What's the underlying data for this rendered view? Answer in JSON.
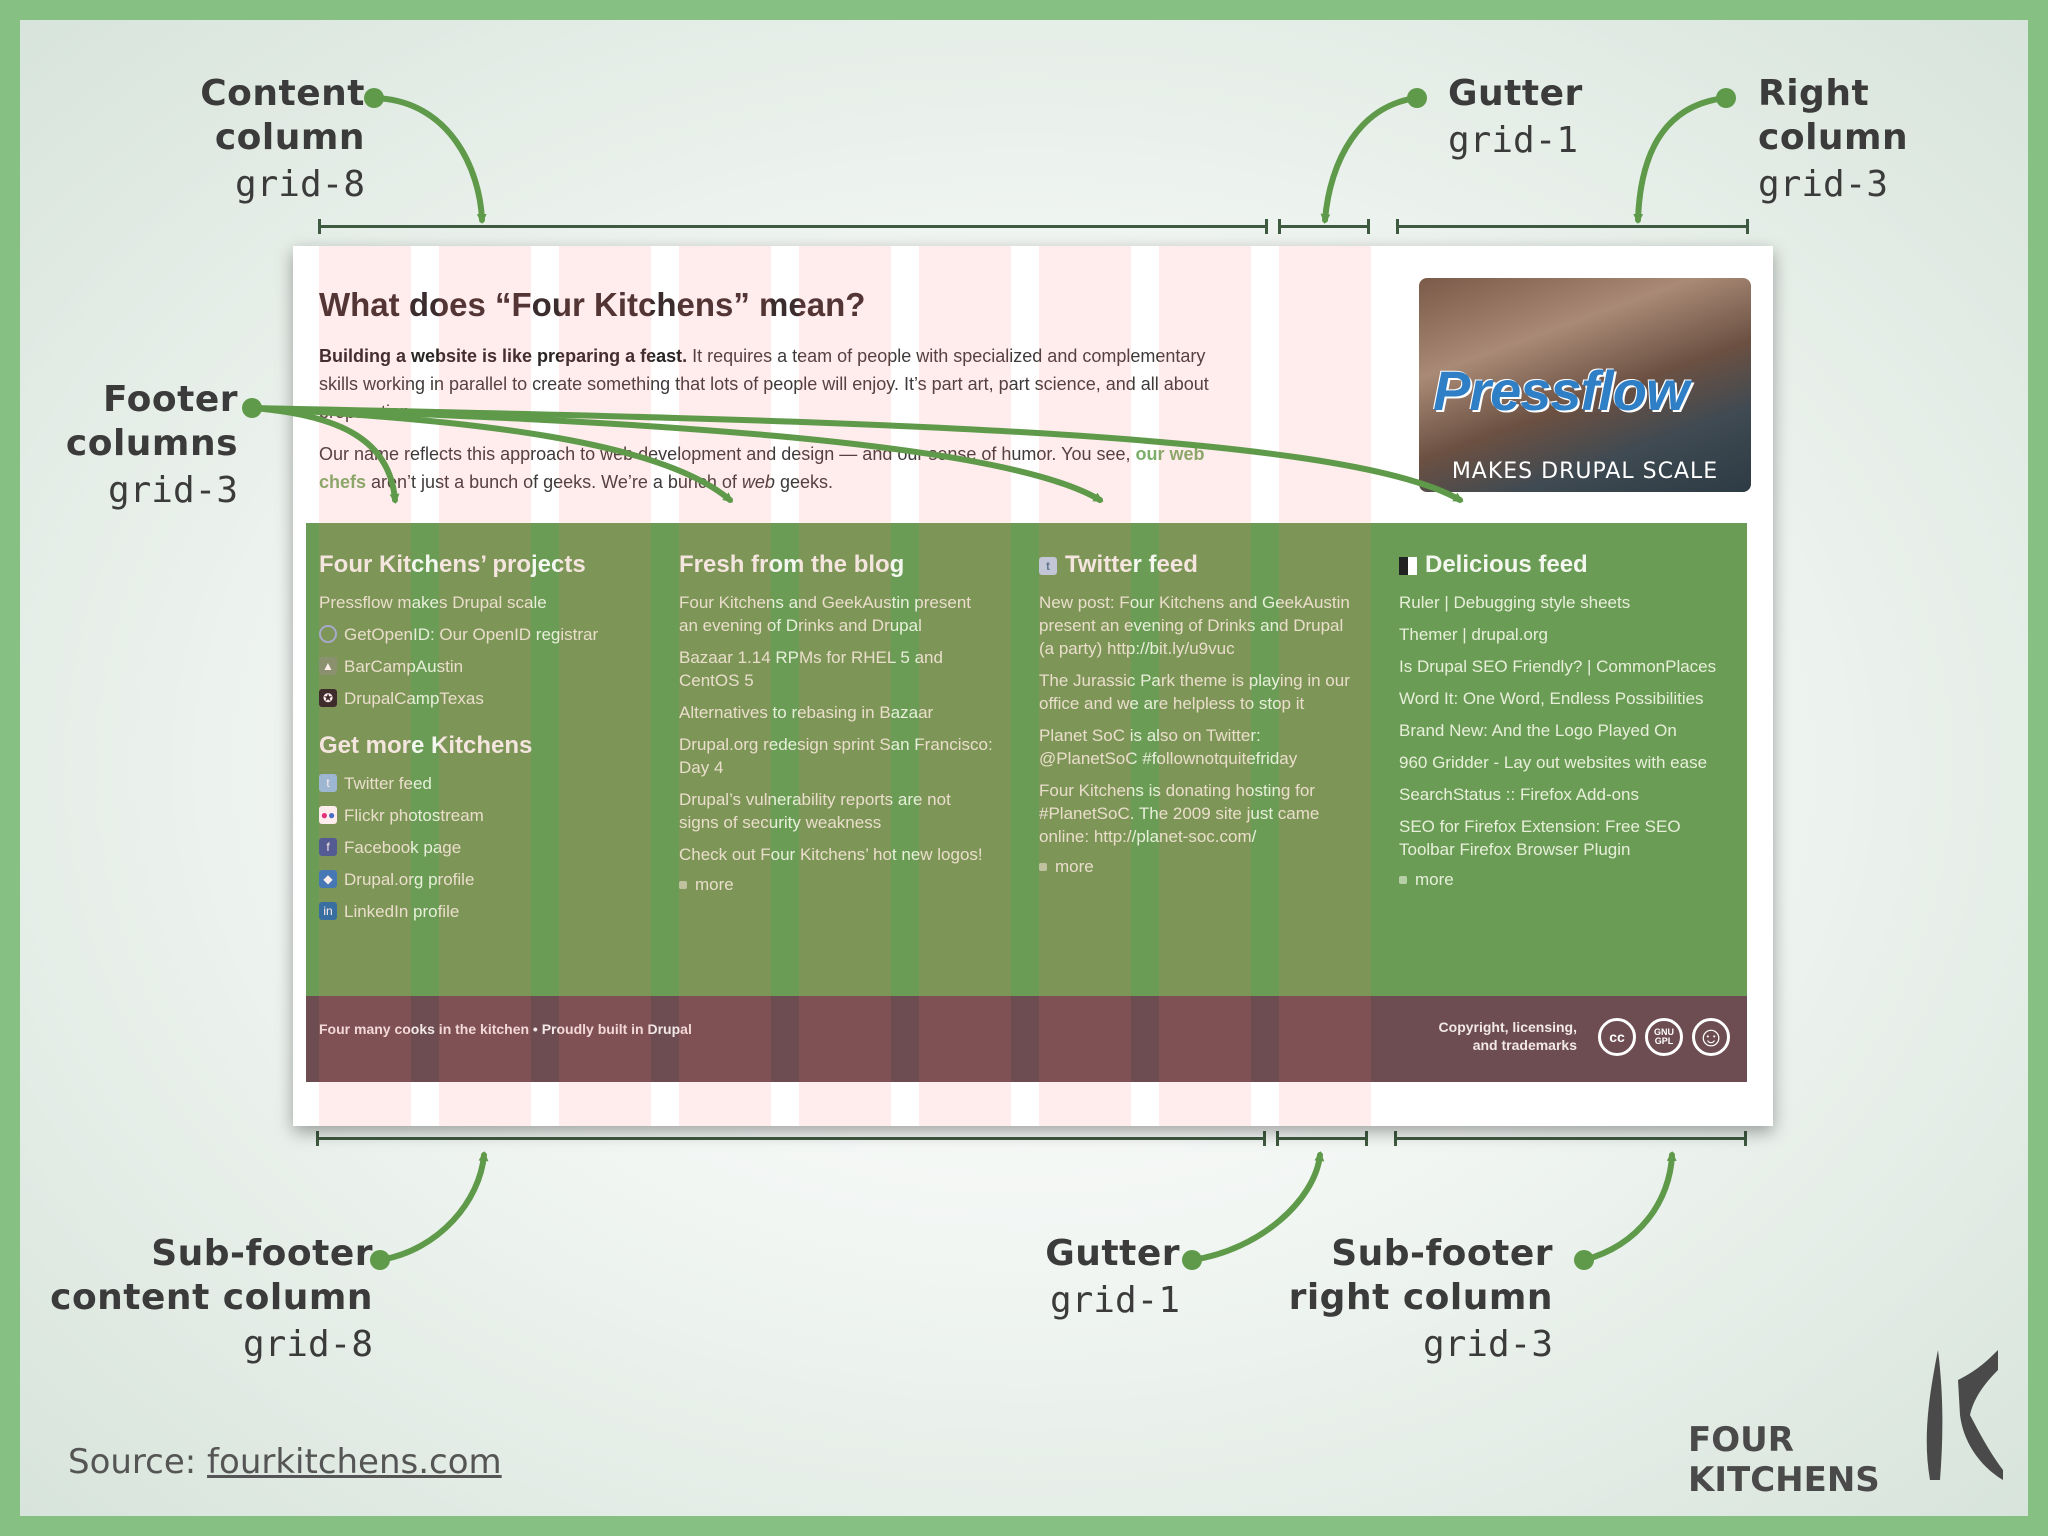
{
  "annotations": {
    "content_column": {
      "title": "Content column",
      "code": "grid-8"
    },
    "gutter_top": {
      "title": "Gutter",
      "code": "grid-1"
    },
    "right_column": {
      "title": "Right column",
      "code": "grid-3"
    },
    "footer_columns": {
      "title1": "Footer",
      "title2": "columns",
      "code": "grid-3"
    },
    "subfooter_content": {
      "title1": "Sub-footer",
      "title2": "content column",
      "code": "grid-8"
    },
    "gutter_bottom": {
      "title": "Gutter",
      "code": "grid-1"
    },
    "subfooter_right": {
      "title1": "Sub-footer",
      "title2": "right column",
      "code": "grid-3"
    }
  },
  "content": {
    "heading": "What does “Four Kitchens” mean?",
    "para1_bold": "Building a website is like preparing a feast.",
    "para1_rest": " It requires a team of people with specialized and complementary skills working in parallel to create something that lots of people will enjoy. It’s part art, part science, and all about preparation.",
    "para2_start": "Our name reflects this approach to web development and design — and our sense of humor. You see, ",
    "para2_link": "our web chefs",
    "para2_mid": " aren’t just a bunch of geeks. We’re a bunch of ",
    "para2_em": "web",
    "para2_end": " geeks."
  },
  "promo": {
    "logo": "Pressflow",
    "tagline": "MAKES DRUPAL SCALE"
  },
  "footer": {
    "projects": {
      "heading": "Four Kitchens’ projects",
      "items": [
        "Pressflow makes Drupal scale",
        "GetOpenID: Our OpenID registrar",
        "BarCampAustin",
        "DrupalCampTexas"
      ]
    },
    "get_more": {
      "heading": "Get more Kitchens",
      "items": [
        "Twitter feed",
        "Flickr photostream",
        "Facebook page",
        "Drupal.org profile",
        "LinkedIn profile"
      ]
    },
    "blog": {
      "heading": "Fresh from the blog",
      "items": [
        "Four Kitchens and GeekAustin present an evening of Drinks and Drupal",
        "Bazaar 1.14 RPMs for RHEL 5 and CentOS 5",
        "Alternatives to rebasing in Bazaar",
        "Drupal.org redesign sprint San Francisco: Day 4",
        "Drupal’s vulnerability reports are not signs of security weakness",
        "Check out Four Kitchens’ hot new logos!"
      ],
      "more": "more"
    },
    "twitter": {
      "heading": "Twitter feed",
      "items": [
        "New post: Four Kitchens and GeekAustin present an evening of Drinks and Drupal (a party) http://bit.ly/u9vuc",
        "The Jurassic Park theme is playing in our office and we are helpless to stop it",
        "Planet SoC is also on Twitter: @PlanetSoC #follownotquitefriday",
        "Four Kitchens is donating hosting for #PlanetSoC. The 2009 site just came online: http://planet-soc.com/"
      ],
      "more": "more"
    },
    "delicious": {
      "heading": "Delicious feed",
      "items": [
        "Ruler | Debugging style sheets",
        "Themer | drupal.org",
        "Is Drupal SEO Friendly? | CommonPlaces",
        "Word It: One Word, Endless Possibilities",
        "Brand New: And the Logo Played On",
        "960 Gridder - Lay out websites with ease",
        "SearchStatus :: Firefox Add-ons",
        "SEO for Firefox Extension: Free SEO Toolbar Firefox Browser Plugin"
      ],
      "more": "more"
    }
  },
  "subfooter": {
    "left": "Four many cooks in the kitchen • Proudly built in Drupal",
    "right1": "Copyright, licensing,",
    "right2": "and trademarks",
    "badge_cc": "cc",
    "badge_gnu": "GNU GPL",
    "badge_smile": "☺"
  },
  "source": {
    "label": "Source: ",
    "link": "fourkitchens.com"
  },
  "logo": {
    "line1": "FOUR",
    "line2": "KITCHENS"
  },
  "colors": {
    "arrow": "#5e9a4a",
    "frame": "#86c083",
    "footer_green": "#6b9c56",
    "subfooter": "#6d4d52"
  }
}
